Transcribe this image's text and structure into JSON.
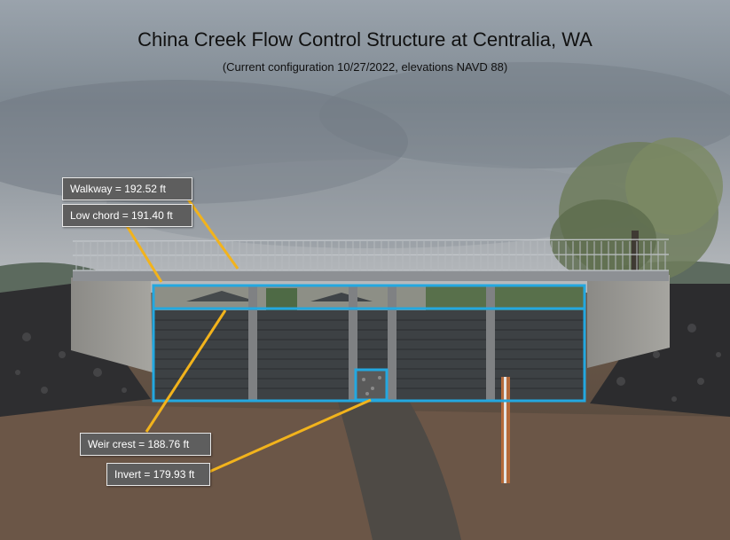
{
  "title": "China Creek Flow Control Structure at Centralia, WA",
  "subtitle": "(Current configuration 10/27/2022, elevations NAVD 88)",
  "annotations": {
    "walkway": "Walkway = 192.52 ft",
    "low_chord": "Low chord = 191.40 ft",
    "weir_crest": "Weir crest = 188.76 ft",
    "invert": "Invert = 179.93 ft"
  },
  "colors": {
    "highlight": "#23a8e0",
    "leader": "#f2b31c",
    "label_bg": "#5e5e5e"
  }
}
